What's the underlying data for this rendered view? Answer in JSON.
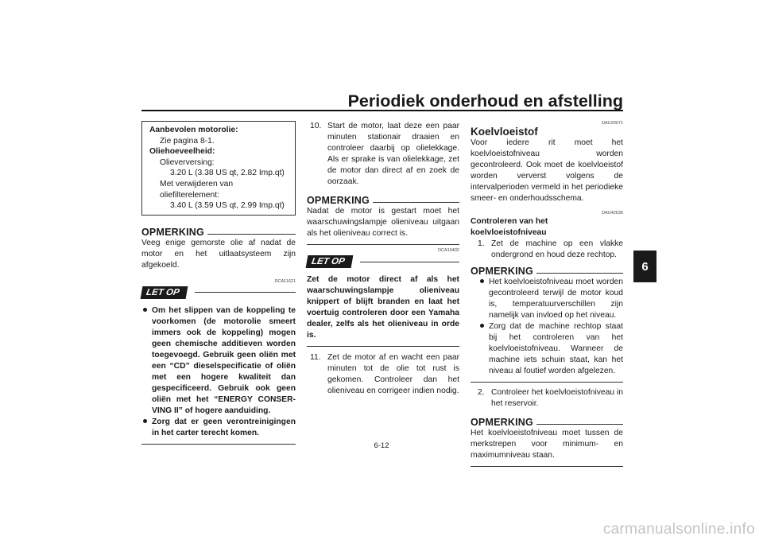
{
  "header": {
    "title": "Periodiek onderhoud en afstelling"
  },
  "chapter_tab": "6",
  "page_number": "6-12",
  "watermark": "carmanualsonline.info",
  "col1": {
    "spec_box": {
      "l1": "Aanbevolen motorolie:",
      "l2": "Zie pagina 8-1.",
      "l3": "Oliehoeveelheid:",
      "l4": "Olieverversing:",
      "l5": "3.20 L (3.38 US qt, 2.82 Imp.qt)",
      "l6": "Met verwijderen van",
      "l7": "oliefilterelement:",
      "l8": "3.40 L (3.59 US qt, 2.99 Imp.qt)"
    },
    "note_label": "OPMERKING",
    "note_text": "Veeg enige gemorste olie af nadat de motor en het uitlaatsysteem zijn afgekoeld.",
    "caution_code": "DCA11621",
    "caution_label": "LET OP",
    "bullet1": "Om het slippen van de koppeling te voorkomen (de motorolie smeert immers ook de koppeling) mogen geen chemische additieven worden toegevoegd. Gebruik geen oliën met een “CD” dieselspecificatie of oliën met een hogere kwaliteit dan gespecificeerd. Gebruik ook geen oliën met het “ENERGY CONSER-VING II” of hogere aanduiding.",
    "bullet2": "Zorg dat er geen verontreinigingen in het carter terecht komen."
  },
  "col2": {
    "step10_num": "10.",
    "step10_text": "Start de motor, laat deze een paar minuten stationair draaien en controleer daarbij op olielekkage. Als er sprake is van olielekkage, zet de motor dan direct af en zoek de oorzaak.",
    "note_label": "OPMERKING",
    "note_text": "Nadat de motor is gestart moet het waarschuwingslampje olieniveau uitgaan als het olieniveau correct is.",
    "caution_code": "DCA10402",
    "caution_label": "LET OP",
    "caution_text": "Zet de motor direct af als het waarschuwingslampje olieniveau knippert of blijft branden en laat het voertuig controleren door een Yamaha dealer, zelfs als het olieniveau in orde is.",
    "step11_num": "11.",
    "step11_text": "Zet de motor af en wacht een paar minuten tot de olie tot rust is gekomen. Controleer dan het olieniveau en corrigeer indien nodig."
  },
  "col3": {
    "code1": "DAU20071",
    "heading": "Koelvloeistof",
    "intro": "Voor iedere rit moet het koelvloeistofniveau worden gecontroleerd. Ook moet de koelvloeistof worden ververst volgens de intervalperioden vermeld in het periodieke smeer- en onderhoudsschema.",
    "code2": "DAU42635",
    "subheading": "Controleren van het koelvloeistofniveau",
    "step1_num": "1.",
    "step1_text": "Zet de machine op een vlakke ondergrond en houd deze rechtop.",
    "note1_label": "OPMERKING",
    "note1_bullet1": "Het koelvloeistofniveau moet worden gecontroleerd terwijl de motor koud is, temperatuurverschillen zijn namelijk van invloed op het niveau.",
    "note1_bullet2": "Zorg dat de machine rechtop staat bij het controleren van het koelvloeistofniveau. Wanneer de machine iets schuin staat, kan het niveau al foutief worden afgelezen.",
    "step2_num": "2.",
    "step2_text": "Controleer het koelvloeistofniveau in het reservoir.",
    "note2_label": "OPMERKING",
    "note2_text": "Het koelvloeistofniveau moet tussen de merkstrepen voor minimum- en maximumniveau staan."
  }
}
